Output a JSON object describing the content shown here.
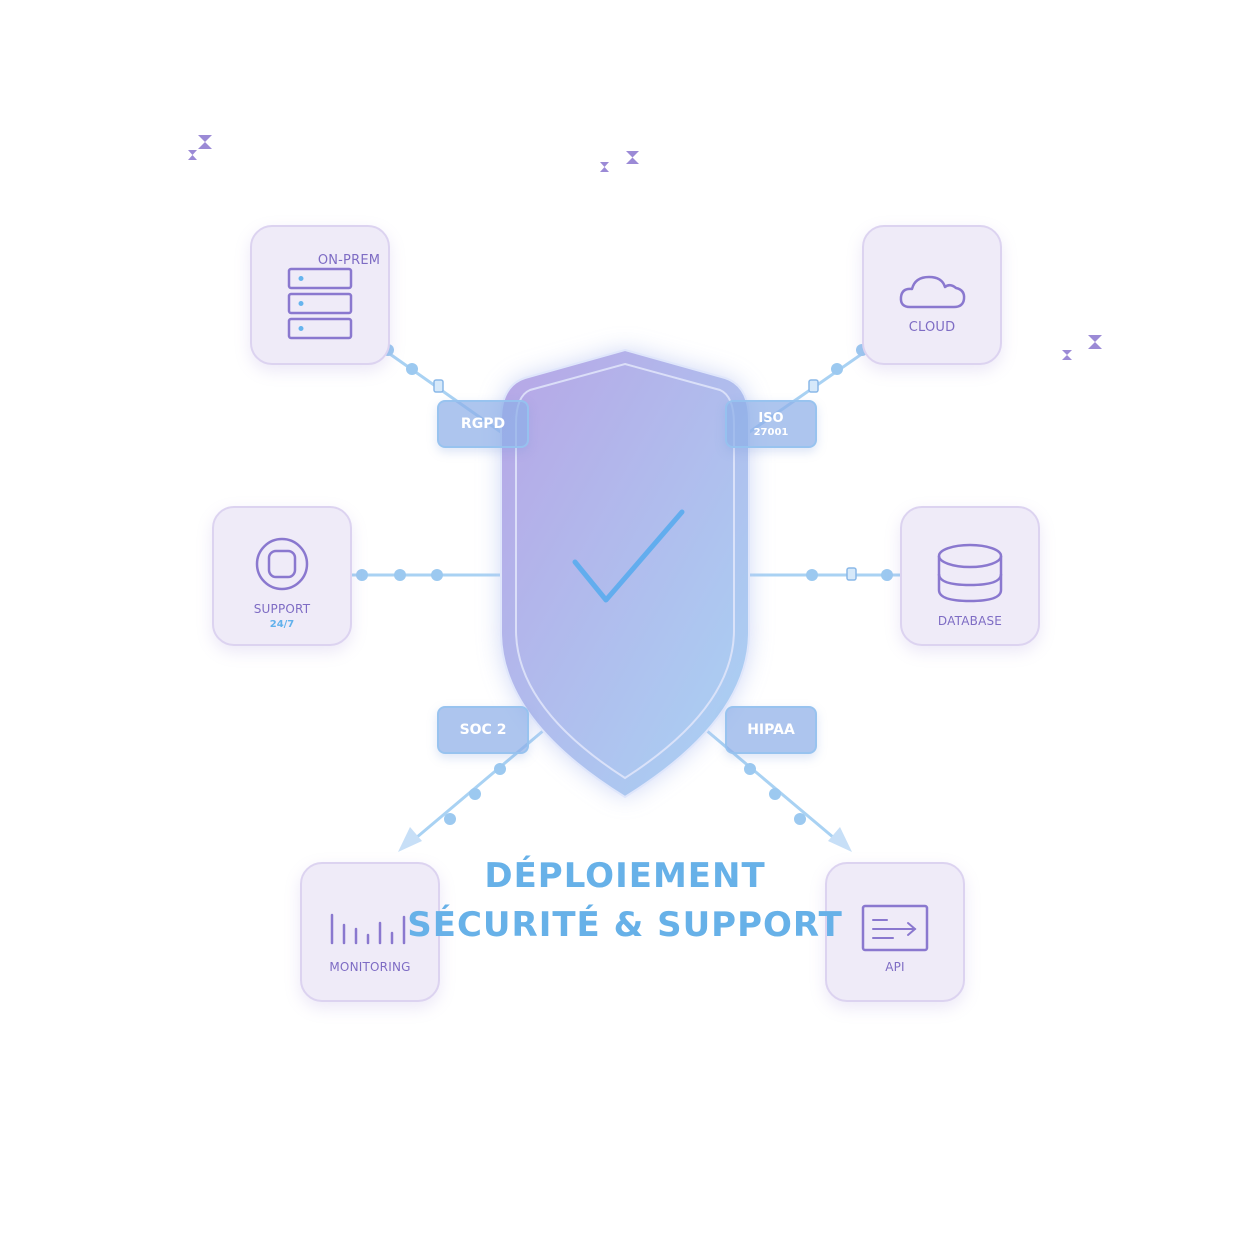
{
  "title": {
    "line1": "DÉPLOIEMENT",
    "line2": "SÉCURITÉ & SUPPORT"
  },
  "nodes": {
    "on_prem": {
      "label": "ON-PREM",
      "icon": "server-stack-icon"
    },
    "cloud": {
      "label": "CLOUD",
      "icon": "cloud-icon"
    },
    "support": {
      "label": "SUPPORT",
      "sub": "24/7",
      "icon": "support-ring-icon"
    },
    "database": {
      "label": "DATABASE",
      "icon": "database-icon"
    },
    "monitoring": {
      "label": "MONITORING",
      "icon": "bar-pulse-icon"
    },
    "api": {
      "label": "API",
      "icon": "terminal-arrow-icon"
    }
  },
  "badges": {
    "rgpd": {
      "label": "RGPD"
    },
    "iso": {
      "label": "ISO",
      "sub": "27001"
    },
    "soc2": {
      "label": "SOC 2"
    },
    "hipaa": {
      "label": "HIPAA"
    }
  },
  "center": {
    "icon": "shield-check-icon"
  },
  "colors": {
    "accent_blue": "#67b1e8",
    "icon_purple": "#8a78cf",
    "card_bg": "#efebf8",
    "connector": "#a9d2f3"
  }
}
